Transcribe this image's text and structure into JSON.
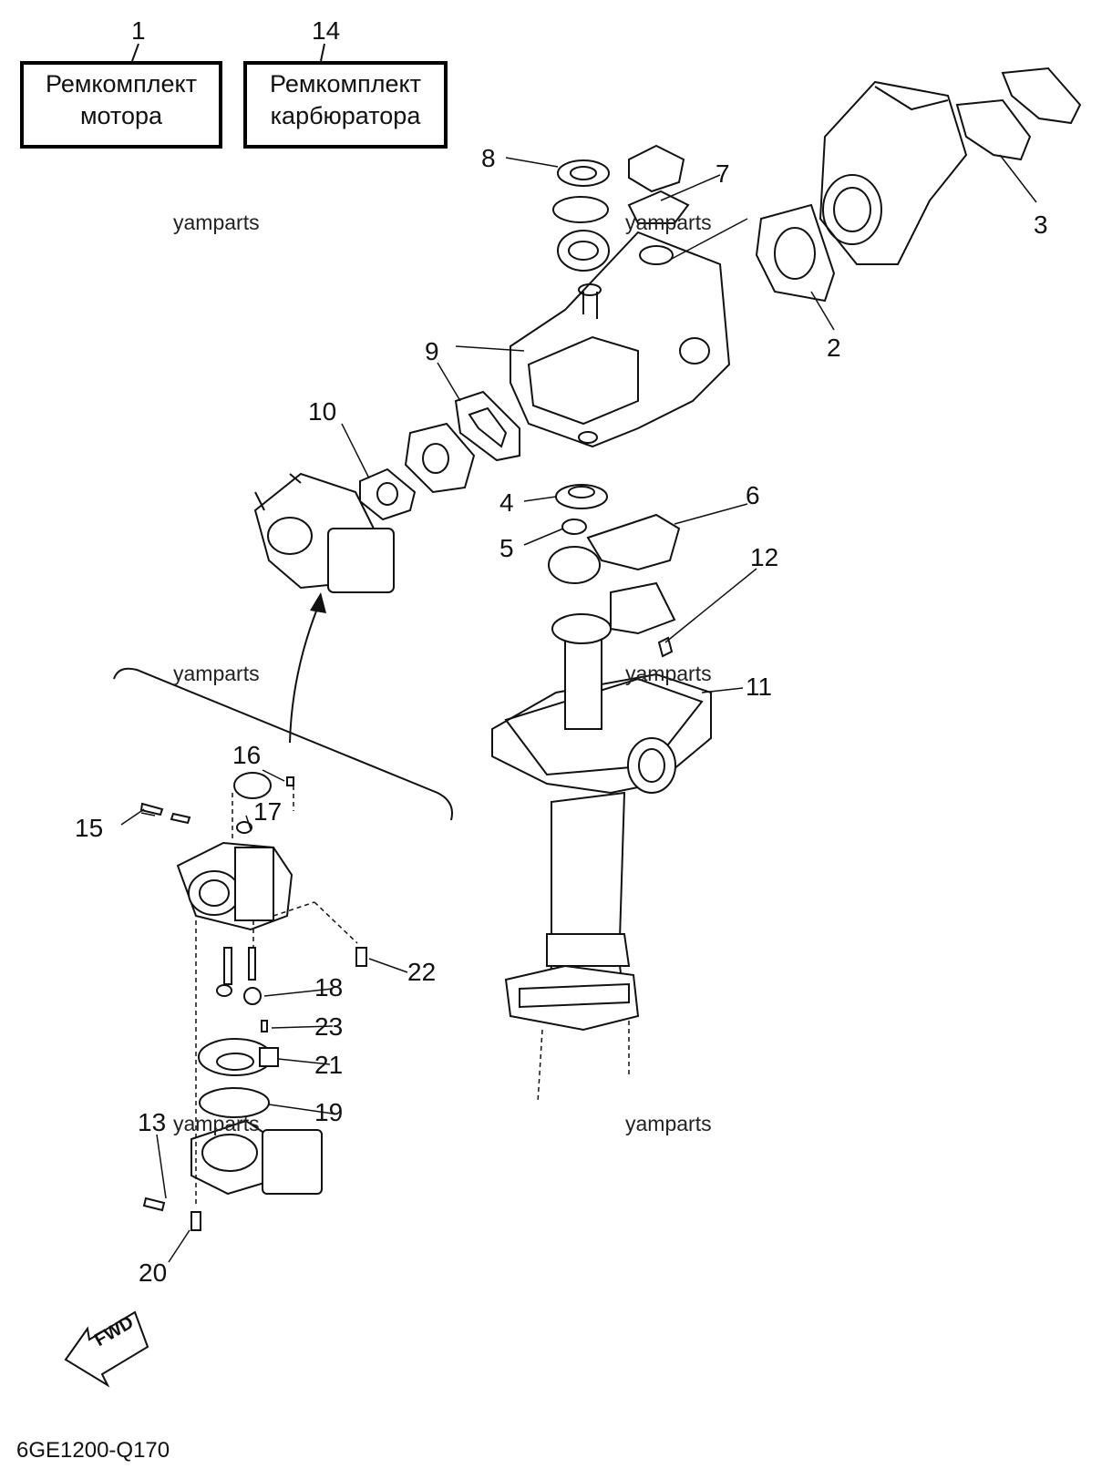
{
  "kits": [
    {
      "number": "1",
      "line1": "Ремкомплект",
      "line2": "мотора"
    },
    {
      "number": "14",
      "line1": "Ремкомплект",
      "line2": "карбюратора"
    }
  ],
  "callouts": [
    "2",
    "3",
    "4",
    "5",
    "6",
    "7",
    "8",
    "9",
    "10",
    "11",
    "12",
    "13",
    "15",
    "16",
    "17",
    "18",
    "19",
    "20",
    "21",
    "22",
    "23"
  ],
  "watermark": "yamparts",
  "fwd_label": "FWD",
  "part_code": "6GE1200-Q170"
}
